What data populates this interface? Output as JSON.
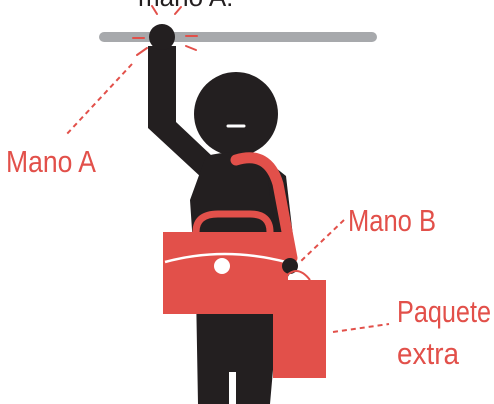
{
  "labels": {
    "top_caption": "mano A:",
    "hand_a": "Mano A",
    "hand_b": "Mano B",
    "extra_line1": "Paquete",
    "extra_line2": "extra"
  },
  "colors": {
    "accent": "#e2504a",
    "figure": "#231f20",
    "rail": "#a7a9ac",
    "background": "#ffffff"
  }
}
